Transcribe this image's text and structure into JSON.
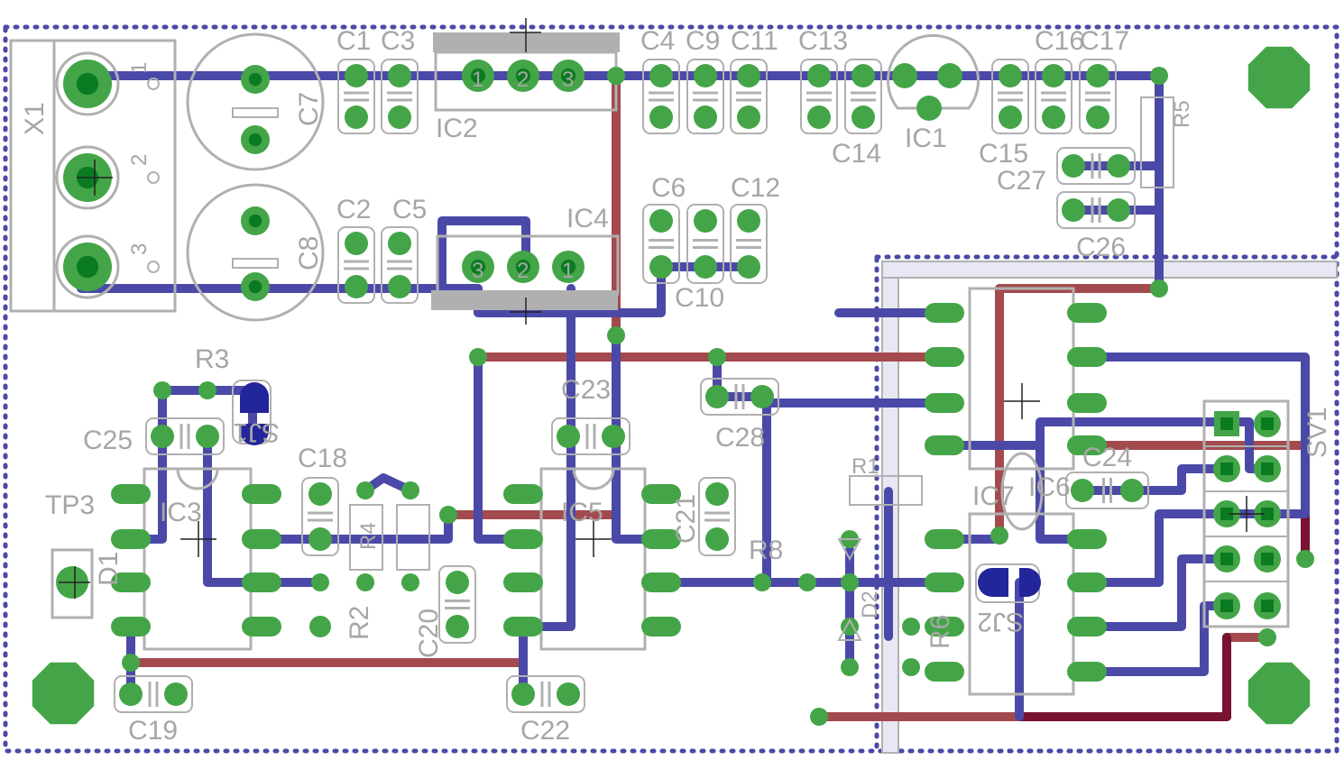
{
  "board": {
    "colors": {
      "top_copper": "#4b49a8",
      "bottom_copper": "#a34a4f",
      "pad": "#43a547",
      "silkscreen": "#b0b0b0",
      "background": "#ffffff"
    }
  },
  "labels": {
    "X1": "X1",
    "C7": "C7",
    "C8": "C8",
    "C1": "C1",
    "C3": "C3",
    "C2": "C2",
    "C5": "C5",
    "IC2": "IC2",
    "IC4": "IC4",
    "IC1": "IC1",
    "IC3": "IC3",
    "IC5": "IC5",
    "IC6": "IC6",
    "IC7": "IC7",
    "C4": "C4",
    "C9": "C9",
    "C11": "C11",
    "C13": "C13",
    "C14": "C14",
    "C16": "C16",
    "C17": "C17",
    "C15": "C15",
    "C27": "C27",
    "C26": "C26",
    "C6": "C6",
    "C12": "C12",
    "C10": "C10",
    "R3": "R3",
    "R5": "R5",
    "R1": "R1",
    "R2": "R2",
    "R4": "R4",
    "R6": "R6",
    "R8": "R8",
    "C25": "C25",
    "C18": "C18",
    "C23": "C23",
    "C28": "C28",
    "C21": "C21",
    "C24": "C24",
    "C20": "C20",
    "C19": "C19",
    "C22": "C22",
    "TP3": "TP3",
    "D1": "D1",
    "D2": "D2",
    "SJ1": "SJ1",
    "SJ2": "SJ2",
    "SV1": "SV1",
    "pin1": "1",
    "pin2": "2",
    "pin3": "3",
    "ic_pin1": "1",
    "ic_pin2": "2",
    "ic_pin3": "3"
  }
}
